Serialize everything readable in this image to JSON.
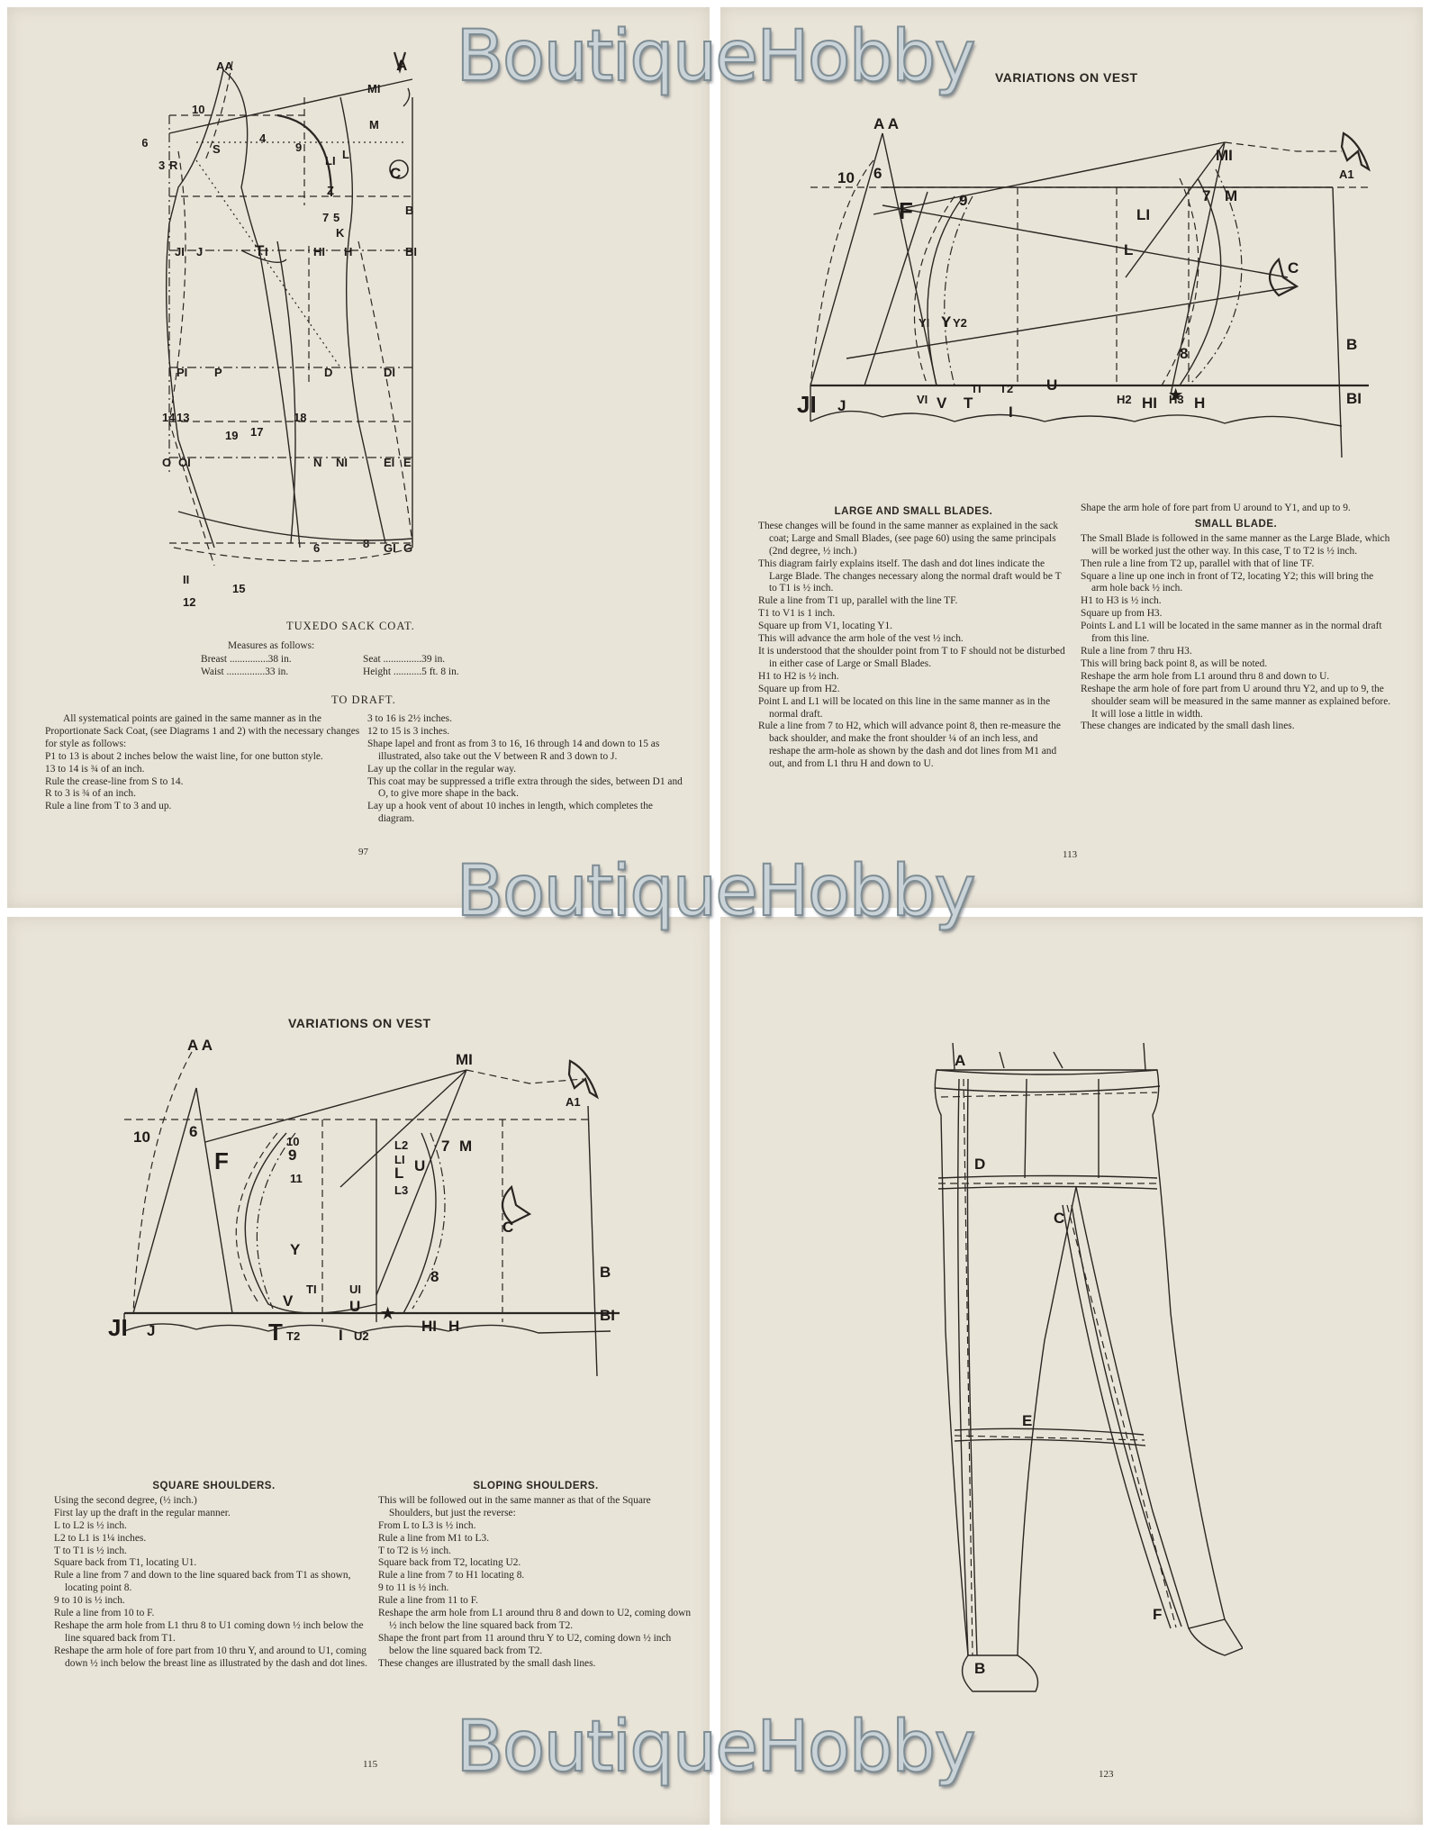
{
  "watermark": "BoutiqueHobby",
  "page1": {
    "diagram_labels": [
      "AA",
      "10",
      "S",
      "4",
      "3",
      "R",
      "16",
      "9",
      "MI",
      "M",
      "LI",
      "L",
      "Z",
      "7",
      "5",
      "K",
      "C",
      "B",
      "BI",
      "JI",
      "J",
      "T",
      "I",
      "HI",
      "H",
      "PI",
      "P",
      "D",
      "DI",
      "14",
      "13",
      "17",
      "18",
      "19",
      "O",
      "OI",
      "N",
      "NI",
      "EI",
      "E",
      "6",
      "8",
      "GI",
      "G",
      "II",
      "12",
      "15",
      "A"
    ],
    "caption": "TUXEDO SACK COAT.",
    "measures_heading": "Measures as follows:",
    "measures_left": [
      "Breast ...............38 in.",
      "Waist ...............33 in."
    ],
    "measures_right": [
      "Seat ...............39 in.",
      "Height ...........5 ft. 8 in."
    ],
    "to_draft": "TO DRAFT.",
    "col1": [
      "All systematical points are gained in the same manner as in the Proportionate Sack Coat, (see Diagrams 1 and 2) with the necessary changes for style as follows:",
      "P1 to 13 is about 2 inches below the waist line, for one button style.",
      "13 to 14 is ¾ of an inch.",
      "Rule the crease-line from S to 14.",
      "R to 3 is ¾ of an inch.",
      "Rule a line from T to 3 and up."
    ],
    "col2": [
      "3 to 16 is 2½ inches.",
      "12 to 15 is 3 inches.",
      "Shape lapel and front as from 3 to 16, 16 through 14 and down to 15 as illustrated, also take out the V between R and 3 down to J.",
      "Lay up the collar in the regular way.",
      "This coat may be suppressed a trifle extra through the sides, between D1 and O, to give more shape in the back.",
      "Lay up a hook vent of about 10 inches in length, which completes the diagram."
    ],
    "page_number": "97"
  },
  "page2": {
    "title": "VARIATIONS ON VEST",
    "diagram_labels": [
      "A A",
      "10",
      "6",
      "F",
      "9",
      "MI",
      "7",
      "M",
      "A1",
      "LI",
      "L",
      "C",
      "B",
      "BI",
      "YI",
      "Y",
      "Y2",
      "8",
      "VI",
      "V",
      "T",
      "U",
      "I",
      "H2",
      "HI",
      "H3",
      "H",
      "JI",
      "J",
      "T2",
      "TI"
    ],
    "heading_left": "LARGE AND SMALL BLADES.",
    "col1": [
      "These changes will be found in the same manner as explained in the sack coat; Large and Small Blades, (see page 60) using the same principals (2nd degree, ½ inch.)",
      "This diagram fairly explains itself. The dash and dot lines indicate the Large Blade. The changes necessary along the normal draft would be T to T1 is ½ inch.",
      "Rule a line from T1 up, parallel with the line TF.",
      "T1 to V1 is 1 inch.",
      "Square up from V1, locating Y1.",
      "This will advance the arm hole of the vest ½ inch.",
      "It is understood that the shoulder point from T to F should not be disturbed in either case of Large or Small Blades.",
      "H1 to H2 is ½ inch.",
      "Square up from H2.",
      "Point L and L1 will be located on this line in the same manner as in the normal draft.",
      "Rule a line from 7 to H2, which will advance point 8, then re-measure the back shoulder, and make the front shoulder ¼ of an inch less, and reshape the arm-hole as shown by the dash and dot lines from M1 and out, and from L1 thru H and down to U."
    ],
    "col2_top": "Shape the arm hole of fore part from U around to Y1, and up to 9.",
    "heading_right": "SMALL BLADE.",
    "col2": [
      "The Small Blade is followed in the same manner as the Large Blade, which will be worked just the other way. In this case, T to T2 is ½ inch.",
      "Then rule a line from T2 up, parallel with that of line TF.",
      "Square a line up one inch in front of T2, locating Y2; this will bring the arm hole back ½ inch.",
      "H1 to H3 is ½ inch.",
      "Square up from H3.",
      "Points L and L1 will be located in the same manner as in the normal draft from this line.",
      "Rule a line from 7 thru H3.",
      "This will bring back point 8, as will be noted.",
      "Reshape the arm hole from L1 around thru 8 and down to U.",
      "Reshape the arm hole of fore part from U around thru Y2, and up to 9, the shoulder seam will be measured in the same manner as explained before. It will lose a little in width.",
      "These changes are indicated by the small dash lines."
    ],
    "page_number": "113"
  },
  "page3": {
    "title": "VARIATIONS ON VEST",
    "diagram_labels": [
      "A A",
      "10",
      "6",
      "F",
      "10",
      "9",
      "11",
      "MI",
      "7",
      "M",
      "A1",
      "L2",
      "LI",
      "L",
      "L3",
      "U",
      "C",
      "B",
      "BI",
      "Y",
      "8",
      "TI",
      "UI",
      "V",
      "U",
      "JI",
      "J",
      "T",
      "T2",
      "I",
      "U2",
      "HI",
      "H"
    ],
    "heading_left": "SQUARE SHOULDERS.",
    "col1": [
      "Using the second degree, (½ inch.)",
      "First lay up the draft in the regular manner.",
      "L to L2 is ½ inch.",
      "L2 to L1 is 1¼ inches.",
      "T to T1 is ½ inch.",
      "Square back from T1, locating U1.",
      "Rule a line from 7 and down to the line squared back from T1 as shown, locating point 8.",
      "9 to 10 is ½ inch.",
      "Rule a line from 10 to F.",
      "Reshape the arm hole from L1 thru 8 to U1 coming down ½ inch below the line squared back from T1.",
      "Reshape the arm hole of fore part from 10 thru Y, and around to U1, coming down ½ inch below the breast line as illustrated by the dash and dot lines."
    ],
    "heading_right": "SLOPING SHOULDERS.",
    "col2": [
      "This will be followed out in the same manner as that of the Square Shoulders, but just the reverse:",
      "From L to L3 is ½ inch.",
      "Rule a line from M1 to L3.",
      "T to T2 is ½ inch.",
      "Square back from T2, locating U2.",
      "Rule a line from 7 to H1 locating 8.",
      "9 to 11 is ½ inch.",
      "Rule a line from 11 to F.",
      "Reshape the arm hole from L1 around thru 8 and down to U2, coming down ½ inch below the line squared back from T2.",
      "Shape the front part from 11 around thru Y to U2, coming down ½ inch below the line squared back from T2.",
      "These changes are illustrated by the small dash lines."
    ],
    "page_number": "115"
  },
  "page4": {
    "diagram_labels": [
      "A",
      "D",
      "C",
      "E",
      "F",
      "B"
    ],
    "page_number": "123"
  }
}
